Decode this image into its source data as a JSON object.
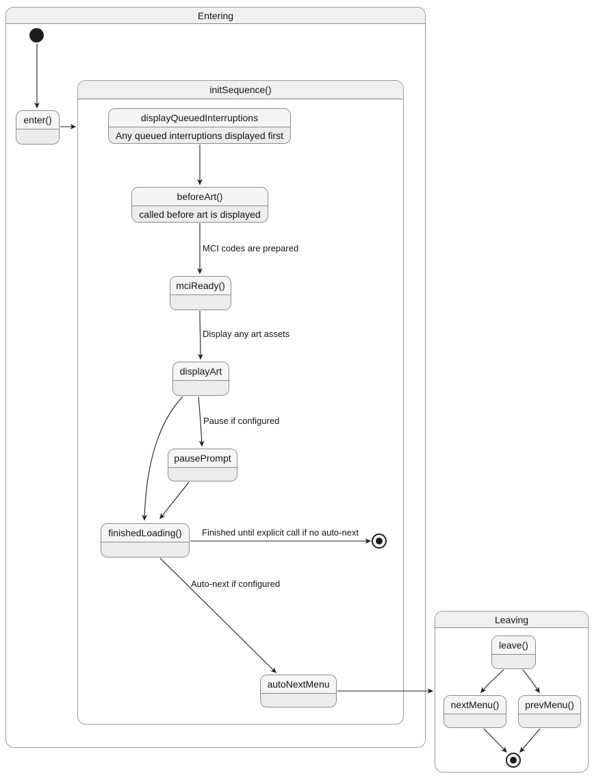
{
  "diagram": {
    "type": "state-diagram",
    "background": "#ffffff",
    "colors": {
      "state_fill_title": "#f5f5f5",
      "state_fill_body": "#ececec",
      "state_border": "#8a8a8a",
      "container_border": "#9b9b9b",
      "container_title_fill": "#f0f0f0",
      "edge_color": "#1c1c1c",
      "text_color": "#131313"
    },
    "containers": {
      "entering": {
        "title": "Entering"
      },
      "init_sequence": {
        "title": "initSequence()"
      },
      "leaving": {
        "title": "Leaving"
      }
    },
    "states": {
      "enter": {
        "title": "enter()"
      },
      "display_queued_interruptions": {
        "title": "displayQueuedInterruptions",
        "description": "Any queued interruptions displayed first"
      },
      "before_art": {
        "title": "beforeArt()",
        "description": "called before art is displayed"
      },
      "mci_ready": {
        "title": "mciReady()"
      },
      "display_art": {
        "title": "displayArt"
      },
      "pause_prompt": {
        "title": "pausePrompt"
      },
      "finished_loading": {
        "title": "finishedLoading()"
      },
      "auto_next_menu": {
        "title": "autoNextMenu"
      },
      "leave": {
        "title": "leave()"
      },
      "next_menu": {
        "title": "nextMenu()"
      },
      "prev_menu": {
        "title": "prevMenu()"
      }
    },
    "edge_labels": {
      "mci_codes": "MCI codes are prepared",
      "display_assets": "Display any art assets",
      "pause_if_configured": "Pause if configured",
      "finished_until": "Finished until explicit call if no auto-next",
      "auto_next_if_configured": "Auto-next if configured"
    }
  }
}
